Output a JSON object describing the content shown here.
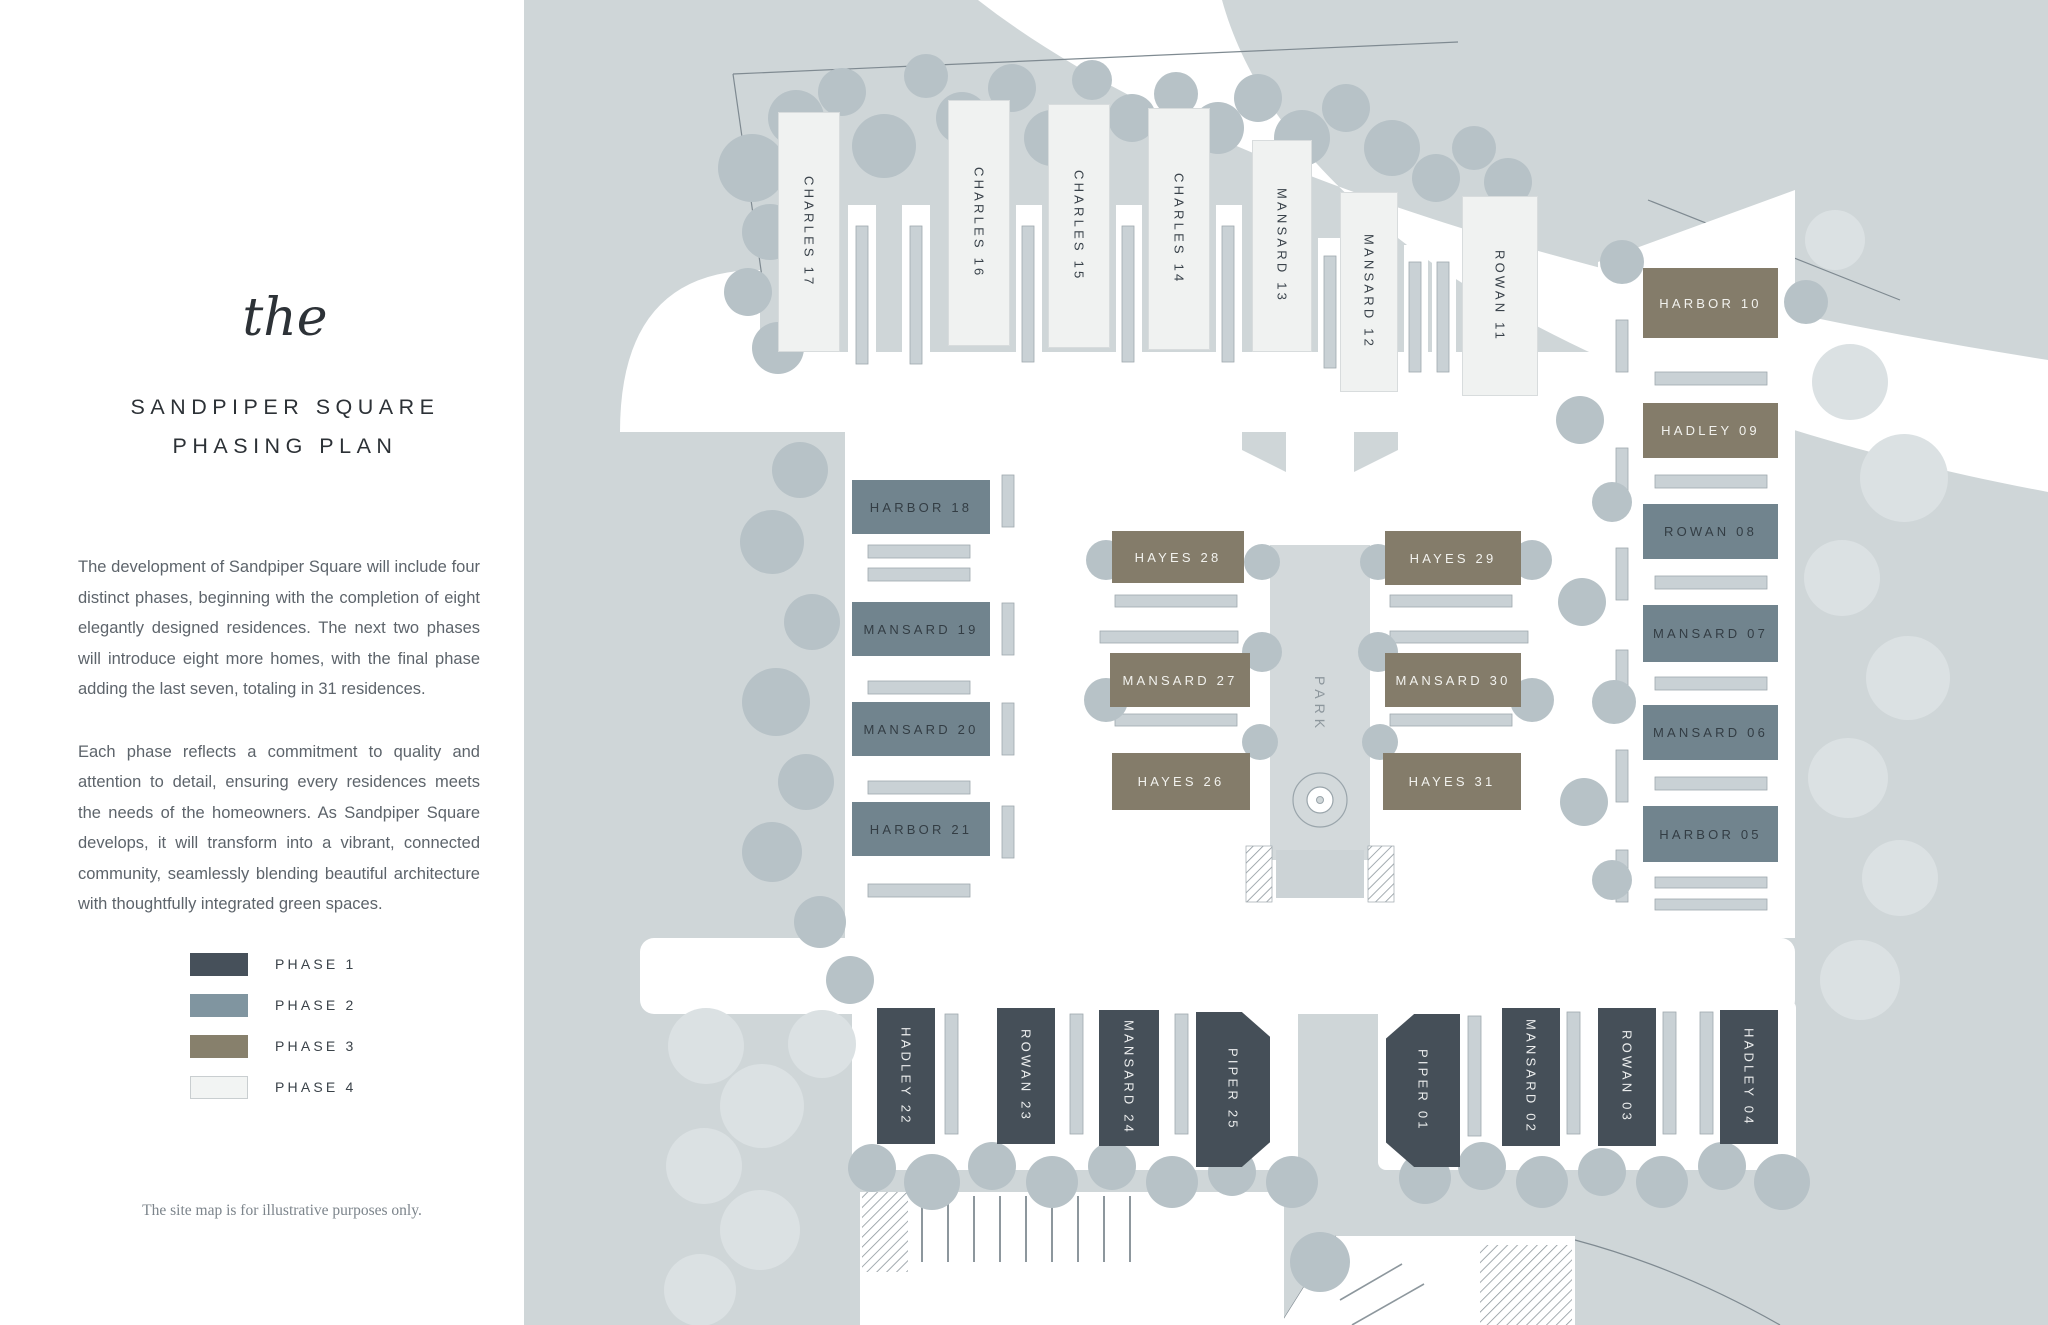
{
  "panel": {
    "pretitle": "the",
    "title_line1": "SANDPIPER SQUARE",
    "title_line2": "PHASING PLAN",
    "paragraph1": "The development of Sandpiper Square will include four distinct phases, beginning with the completion of eight elegantly designed residences. The next two phases will introduce eight more homes, with the final phase adding the last seven, totaling in 31 residences.",
    "paragraph2": "Each phase reflects a commitment to quality and attention to detail, ensuring every residences meets the needs of the homeowners. As Sandpiper Square develops, it will transform into a vibrant, connected community, seamlessly blending beautiful architecture with thoughtfully integrated green spaces.",
    "legend": [
      {
        "label": "PHASE 1",
        "color": "#46505a"
      },
      {
        "label": "PHASE 2",
        "color": "#8095a0"
      },
      {
        "label": "PHASE 3",
        "color": "#87806c"
      },
      {
        "label": "PHASE 4",
        "color": "#f2f4f3"
      }
    ],
    "disclaimer": "The site map is for illustrative purposes only."
  },
  "map": {
    "park_label": "PARK",
    "colors": {
      "phase1_building": "#454f58",
      "phase2_building": "#71848e",
      "phase3_building": "#847c6a",
      "phase4_building": "#f0f2f1",
      "ground": "#cfd6d8",
      "trees_dark": "#b7c2c7",
      "trees_light": "#dbe1e3",
      "roads": "#ffffff",
      "parking_pad": "#c9d1d5"
    },
    "buildings": {
      "b01": {
        "label": "PIPER 01",
        "phase": 1
      },
      "b02": {
        "label": "MANSARD 02",
        "phase": 1
      },
      "b03": {
        "label": "ROWAN 03",
        "phase": 1
      },
      "b04": {
        "label": "HADLEY 04",
        "phase": 1
      },
      "b05": {
        "label": "HARBOR 05",
        "phase": 2
      },
      "b06": {
        "label": "MANSARD 06",
        "phase": 2
      },
      "b07": {
        "label": "MANSARD 07",
        "phase": 2
      },
      "b08": {
        "label": "ROWAN 08",
        "phase": 2
      },
      "b09": {
        "label": "HADLEY 09",
        "phase": 3
      },
      "b10": {
        "label": "HARBOR 10",
        "phase": 3
      },
      "b11": {
        "label": "ROWAN 11",
        "phase": 4
      },
      "b12": {
        "label": "MANSARD 12",
        "phase": 4
      },
      "b13": {
        "label": "MANSARD 13",
        "phase": 4
      },
      "b14": {
        "label": "CHARLES 14",
        "phase": 4
      },
      "b15": {
        "label": "CHARLES 15",
        "phase": 4
      },
      "b16": {
        "label": "CHARLES 16",
        "phase": 4
      },
      "b17": {
        "label": "CHARLES 17",
        "phase": 4
      },
      "b18": {
        "label": "HARBOR 18",
        "phase": 2
      },
      "b19": {
        "label": "MANSARD 19",
        "phase": 2
      },
      "b20": {
        "label": "MANSARD 20",
        "phase": 2
      },
      "b21": {
        "label": "HARBOR 21",
        "phase": 2
      },
      "b22": {
        "label": "HADLEY 22",
        "phase": 1
      },
      "b23": {
        "label": "ROWAN 23",
        "phase": 1
      },
      "b24": {
        "label": "MANSARD 24",
        "phase": 1
      },
      "b25": {
        "label": "PIPER 25",
        "phase": 1
      },
      "b26": {
        "label": "HAYES 26",
        "phase": 3
      },
      "b27": {
        "label": "MANSARD 27",
        "phase": 3
      },
      "b28": {
        "label": "HAYES 28",
        "phase": 3
      },
      "b29": {
        "label": "HAYES 29",
        "phase": 3
      },
      "b30": {
        "label": "MANSARD 30",
        "phase": 3
      },
      "b31": {
        "label": "HAYES 31",
        "phase": 3
      }
    }
  }
}
